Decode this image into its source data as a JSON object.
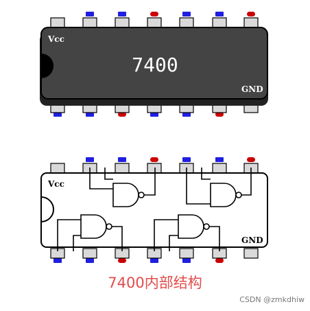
{
  "chip_top": {
    "vcc_label": "Vcc",
    "part_number": "7400",
    "gnd_label": "GND"
  },
  "chip_bottom": {
    "vcc_label": "Vcc",
    "gnd_label": "GND"
  },
  "caption": "7400内部结构",
  "watermark": "CSDN @zmkdhiw",
  "colors": {
    "chip_body": "#444444",
    "chip_border": "#000000",
    "pin_fill": "#d9d9d9",
    "pin_input_marker": "#1f1fe0",
    "pin_output_marker": "#cc0000",
    "caption": "#e24b4b"
  },
  "pin_rows": {
    "top": [
      "none",
      "input",
      "input",
      "output",
      "input",
      "input",
      "output"
    ],
    "bottom": [
      "input",
      "input",
      "output",
      "input",
      "input",
      "output",
      "none"
    ]
  }
}
